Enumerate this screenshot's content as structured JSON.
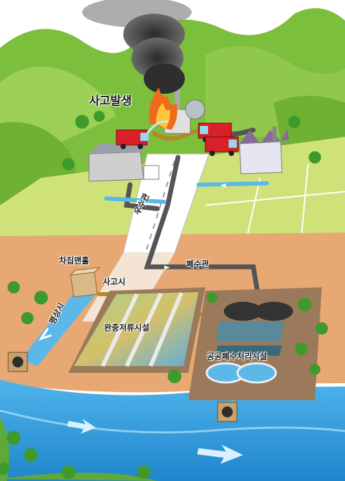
{
  "labels": {
    "accident": "사고발생",
    "collection_manhole": "차집맨홀",
    "waste_pipe": "폐수관",
    "on_accident": "사고시",
    "normal_time": "평상시",
    "buffer_storage": "완충저류시설",
    "public_treatment": "공공폐수처리시설",
    "rain_pipe": "우수관"
  },
  "colors": {
    "sky": "#ffffff",
    "mountain": "#7cbf3c",
    "field": "#cfe27a",
    "soil": "#e7a874",
    "river": "#2e9ad8",
    "road": "#ffffff",
    "pipe_waste": "#555555",
    "pipe_water": "#5bb8e8",
    "pipe_contaminated": "#b8862a",
    "fire": "#f06a1c",
    "smoke": "#3a3a3a",
    "fire_truck": "#d8202a"
  },
  "icons": [
    "smoke-icon",
    "fire-icon",
    "fire-truck-icon",
    "factory-icon",
    "tree-icon",
    "arrow-icon",
    "outlet-pipe-icon"
  ]
}
